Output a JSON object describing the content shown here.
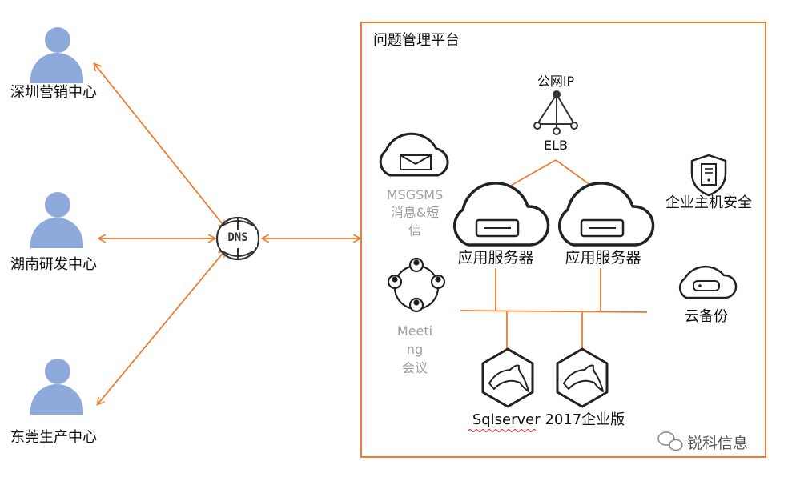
{
  "left_nodes": [
    {
      "name": "深圳营销中心"
    },
    {
      "name": "湖南研发中心"
    },
    {
      "name": "东莞生产中心"
    }
  ],
  "dns": {
    "label": "DNS"
  },
  "platform": {
    "title": "问题管理平台",
    "public_ip": "公网IP",
    "elb": "ELB",
    "sms": {
      "line1": "MSGSMS",
      "line2": "消息&短",
      "line3": "信"
    },
    "meeting": {
      "line1": "Meeti",
      "line2": "ng",
      "line3": "会议"
    },
    "app_servers": [
      "应用服务器",
      "应用服务器"
    ],
    "host_security": "企业主机安全",
    "cloud_backup": "云备份",
    "database": "Sqlserver 2017企业版"
  },
  "watermark": {
    "text": "锐科信息",
    "icon": "wechat-icon"
  },
  "colors": {
    "connector": "#ed7d31",
    "person": "#8eaadb",
    "icon_stroke": "#222222",
    "muted_text": "#a0a0a0"
  }
}
